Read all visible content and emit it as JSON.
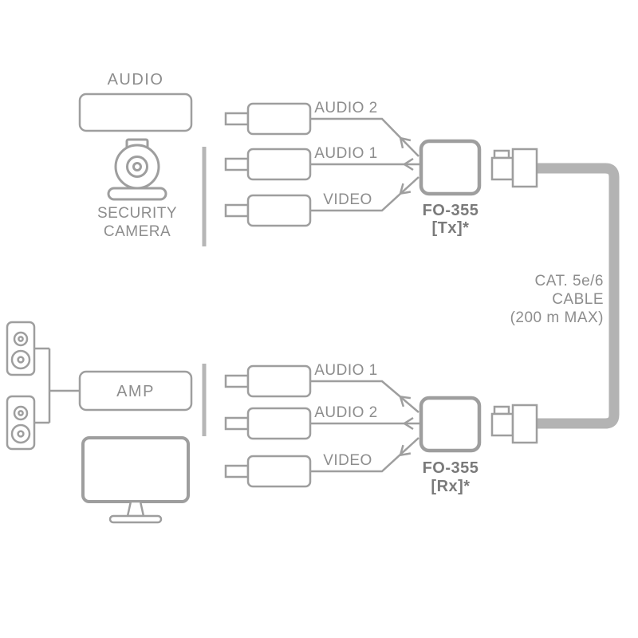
{
  "colors": {
    "stroke": "#9e9e9e",
    "text": "#8d8d8d",
    "bold_text": "#7a7a7a",
    "cable": "#b3b3b3",
    "divider": "#b6b6b6"
  },
  "source_group": {
    "audio_label": "AUDIO",
    "camera_label": [
      "SECURITY",
      "CAMERA"
    ]
  },
  "tx_group": {
    "connector_labels": [
      "AUDIO 2",
      "AUDIO 1",
      "VIDEO"
    ],
    "model": "FO-355",
    "unit": "[Tx]*"
  },
  "cable": {
    "label_lines": [
      "CAT. 5e/6",
      "CABLE",
      "(200 m MAX)"
    ]
  },
  "rx_group": {
    "connector_labels": [
      "AUDIO 1",
      "AUDIO 2",
      "VIDEO"
    ],
    "model": "FO-355",
    "unit": "[Rx]*"
  },
  "sink_group": {
    "amp_label": "AMP"
  },
  "icons": {
    "security_camera": "security-camera-icon",
    "speaker": "speaker-icon",
    "monitor": "monitor-icon",
    "rca_plug": "rca-plug-icon",
    "rj45_plug": "rj45-plug-icon"
  }
}
